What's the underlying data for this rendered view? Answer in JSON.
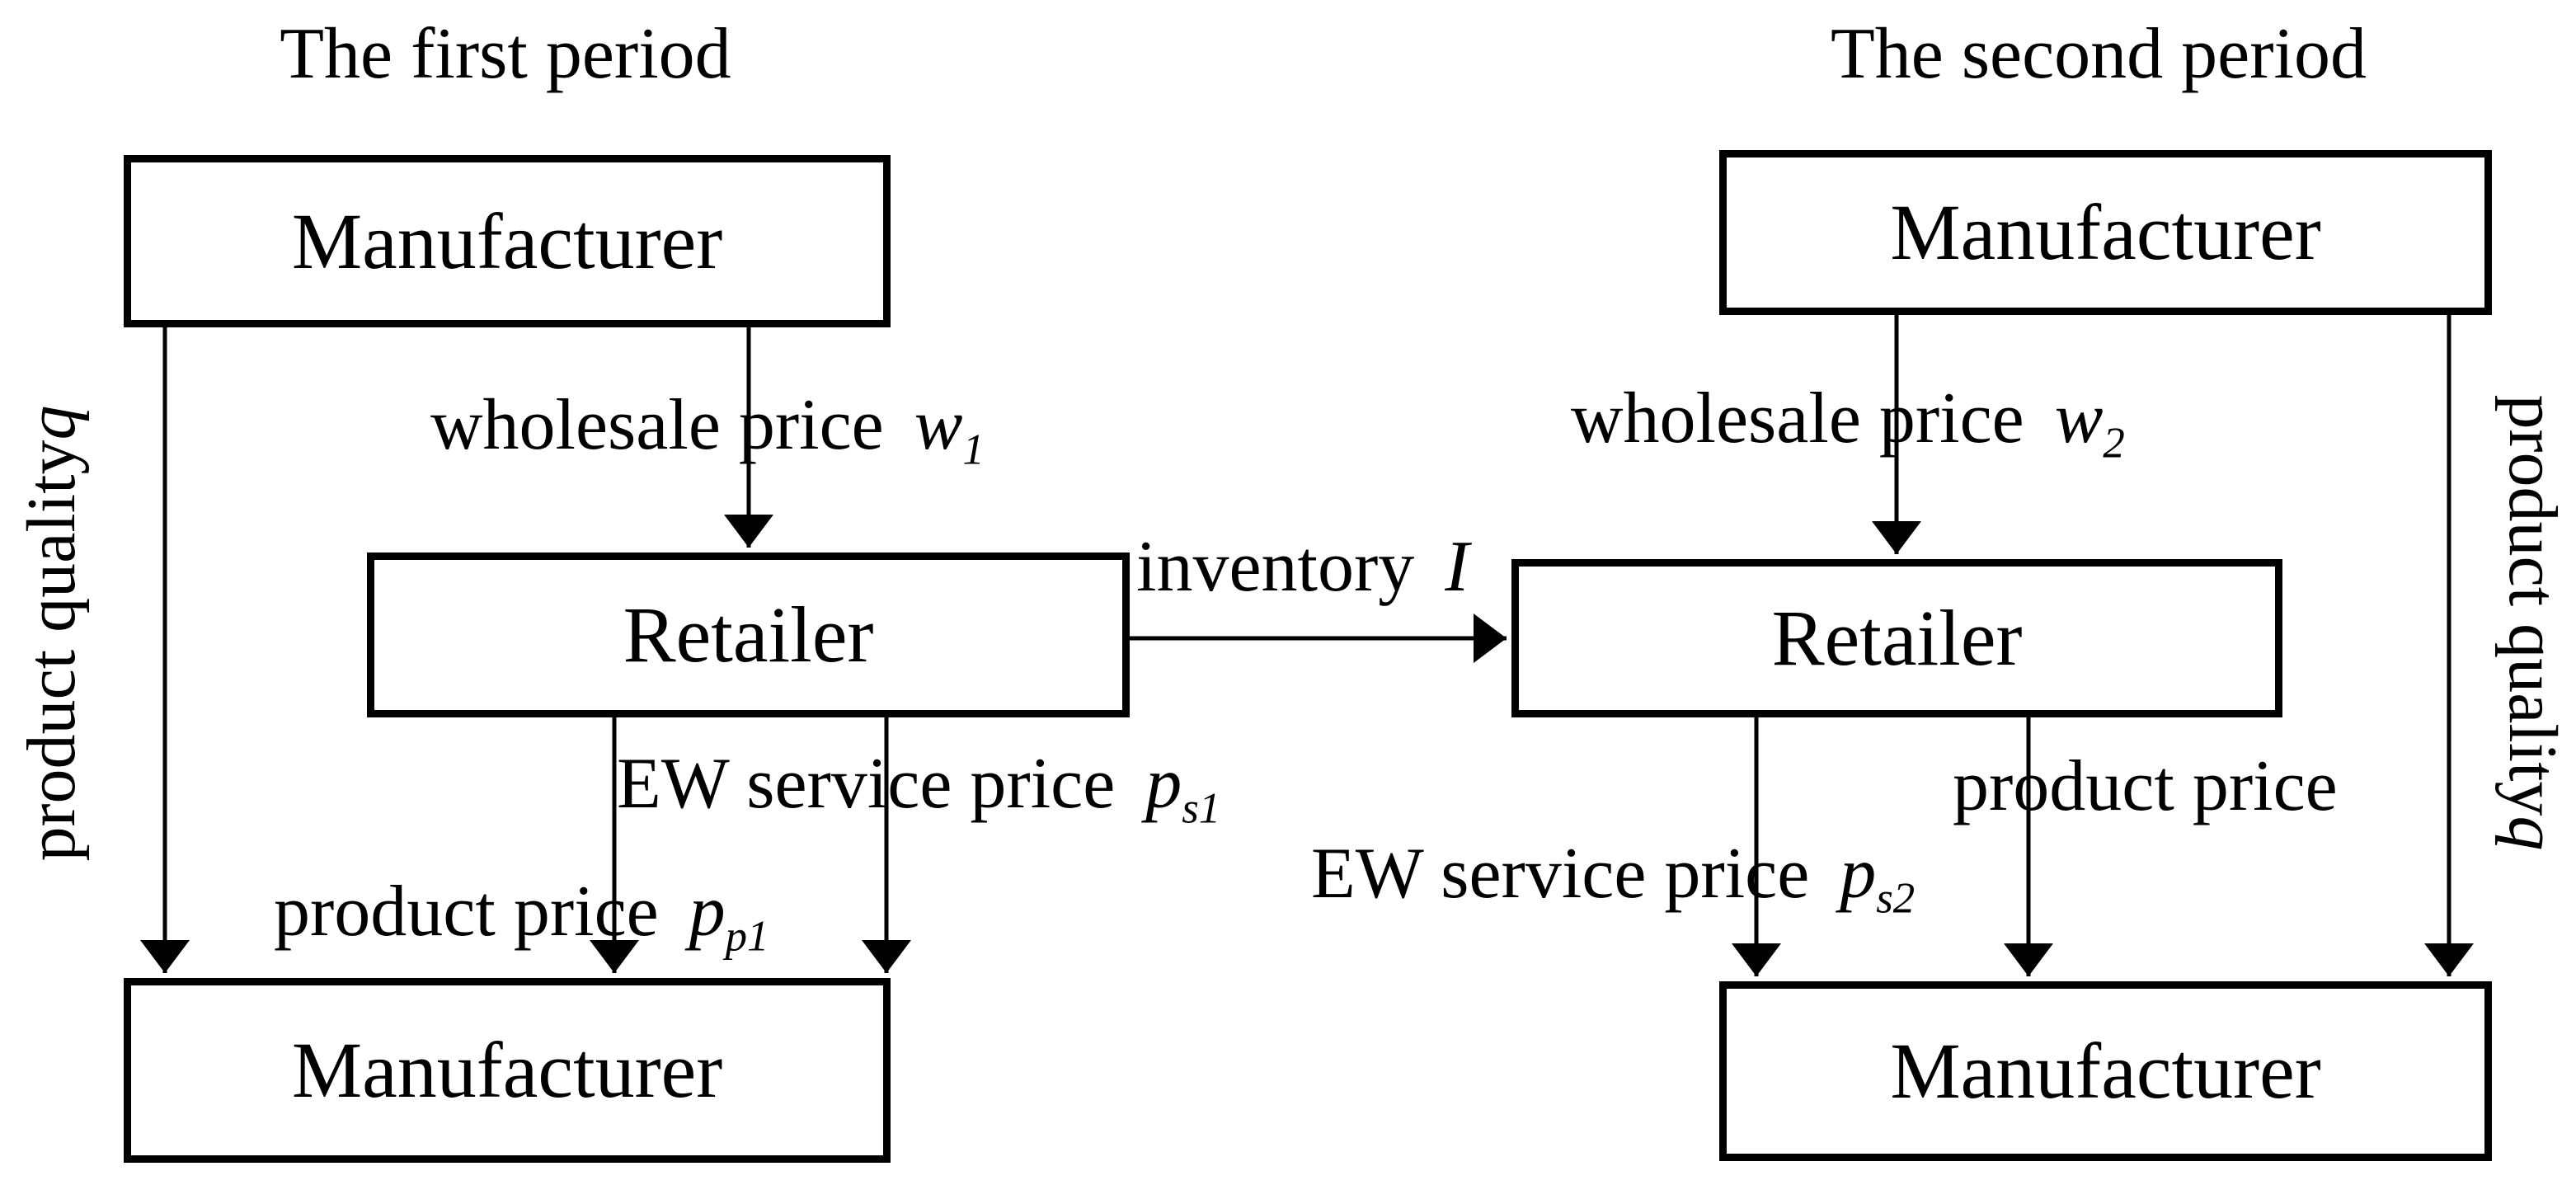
{
  "titles": {
    "first": "The first period",
    "second": "The second period"
  },
  "boxes": {
    "manufacturer_top_left": "Manufacturer",
    "retailer_left": "Retailer",
    "manufacturer_bottom_left": "Manufacturer",
    "manufacturer_top_right": "Manufacturer",
    "retailer_right": "Retailer",
    "manufacturer_bottom_right": "Manufacturer"
  },
  "labels": {
    "wholesale1": {
      "text": "wholesale price",
      "var": "w",
      "sub": "1"
    },
    "inventory": {
      "text": "inventory",
      "var": "I",
      "sub": ""
    },
    "ew1": {
      "text": "EW service price",
      "var": "p",
      "sub": "s1"
    },
    "pp1": {
      "text": "product price",
      "var": "p",
      "sub": "p1"
    },
    "wholesale2": {
      "text": "wholesale price",
      "var": "w",
      "sub": "2"
    },
    "pp2": {
      "text": "product price",
      "var": "",
      "sub": ""
    },
    "ew2": {
      "text": "EW service price",
      "var": "p",
      "sub": "s2"
    },
    "quality_left": {
      "text": "product quality",
      "var": "q"
    },
    "quality_right": {
      "text": "product quality",
      "var": "q"
    }
  },
  "colors": {
    "line": "#000000",
    "background": "#ffffff"
  }
}
